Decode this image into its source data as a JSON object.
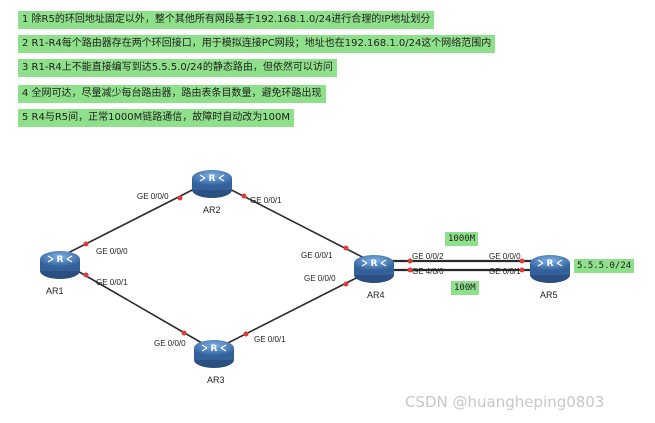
{
  "requirements": [
    "1 除R5的环回地址固定以外，整个其他所有网段基于192.168.1.0/24进行合理的IP地址划分",
    "2 R1-R4每个路由器存在两个环回接口，用于模拟连接PC网段；地址也在192.168.1.0/24这个网络范围内",
    "3 R1-R4上不能直接编写到达5.5.5.0/24的静态路由，但依然可以访问",
    "4 全网可达，尽量减少每台路由器，路由表条目数量，避免环路出现",
    "5 R4与R5间，正常1000M链路通信，故障时自动改为100M"
  ],
  "routers": {
    "ar1": "AR1",
    "ar2": "AR2",
    "ar3": "AR3",
    "ar4": "AR4",
    "ar5": "AR5"
  },
  "interfaces": {
    "ar1_to_ar2": "GE 0/0/0",
    "ar1_to_ar3": "GE 0/0/1",
    "ar2_to_ar1": "GE 0/0/0",
    "ar2_to_ar4": "GE 0/0/1",
    "ar3_to_ar1": "GE 0/0/0",
    "ar3_to_ar4": "GE 0/0/1",
    "ar4_to_ar2": "GE 0/0/1",
    "ar4_to_ar3": "GE 0/0/0",
    "ar4_to_ar5_a": "GE 0/0/2",
    "ar4_to_ar5_b": "GE 4/0/0",
    "ar5_to_ar4_a": "GE 0/0/0",
    "ar5_to_ar4_b": "GE 0/0/1"
  },
  "links": {
    "primary_speed": "1000M",
    "backup_speed": "100M"
  },
  "ar5_loopback": "5.5.5.0/24",
  "watermark": "CSDN @huangheping0803",
  "colors": {
    "highlight": "#8fe08a",
    "router_blue": "#3d6fa8",
    "port_dot": "#e03a3a",
    "link": "#2a2a2a"
  },
  "icons": {
    "router": "router-icon"
  }
}
